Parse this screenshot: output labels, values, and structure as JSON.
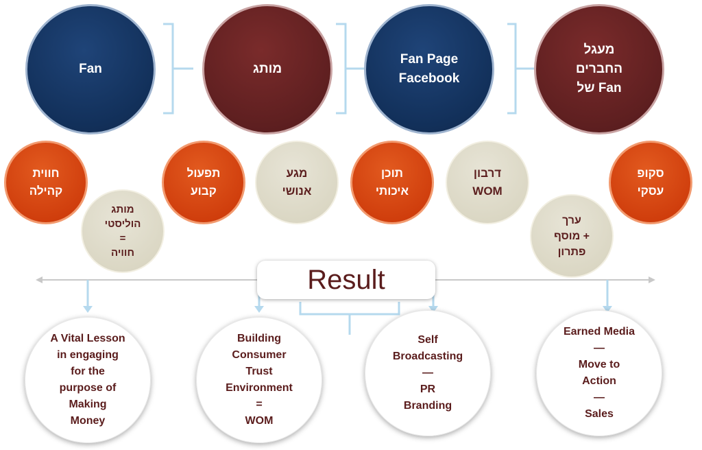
{
  "top_circles": [
    {
      "label": "Fan",
      "color": "#12305a"
    },
    {
      "label": "מותג",
      "color": "#5e1f20"
    },
    {
      "label": "Fan Page\nFacebook",
      "color": "#12305a"
    },
    {
      "label": "מעגל\nהחברים\nשל Fan",
      "color": "#5e1f20"
    }
  ],
  "mid_circles": [
    {
      "label": "חווית\nקהילה",
      "style": "orange"
    },
    {
      "label": "מותג\nהוליסטי\n=\nחוויה",
      "style": "beige"
    },
    {
      "label": "תפעול\nקבוע",
      "style": "orange"
    },
    {
      "label": "מגע\nאנושי",
      "style": "beige"
    },
    {
      "label": "תוכן\nאיכותי",
      "style": "orange"
    },
    {
      "label": "דרבון\nWOM",
      "style": "beige"
    },
    {
      "label": "ערך\nמוסף +\nפתרון",
      "style": "beige"
    },
    {
      "label": "סקופ\nעסקי",
      "style": "orange"
    }
  ],
  "result_label": "Result",
  "outcomes": [
    {
      "label": "A Vital Lesson\nin engaging\nfor the\npurpose of\nMaking\nMoney"
    },
    {
      "label": "Building\nConsumer\nTrust\nEnvironment\n=\nWOM"
    },
    {
      "label": "Self\nBroadcasting\n—\nPR\nBranding"
    },
    {
      "label": "Earned Media\n—\nMove to\nAction\n—\nSales"
    }
  ],
  "colors": {
    "navy": "#12305a",
    "maroon": "#5e1f20",
    "orange": "#cf3d0c",
    "beige": "#d6d2bd",
    "connector": "#a9d3ea",
    "outcome_text": "#5a1c1c"
  }
}
